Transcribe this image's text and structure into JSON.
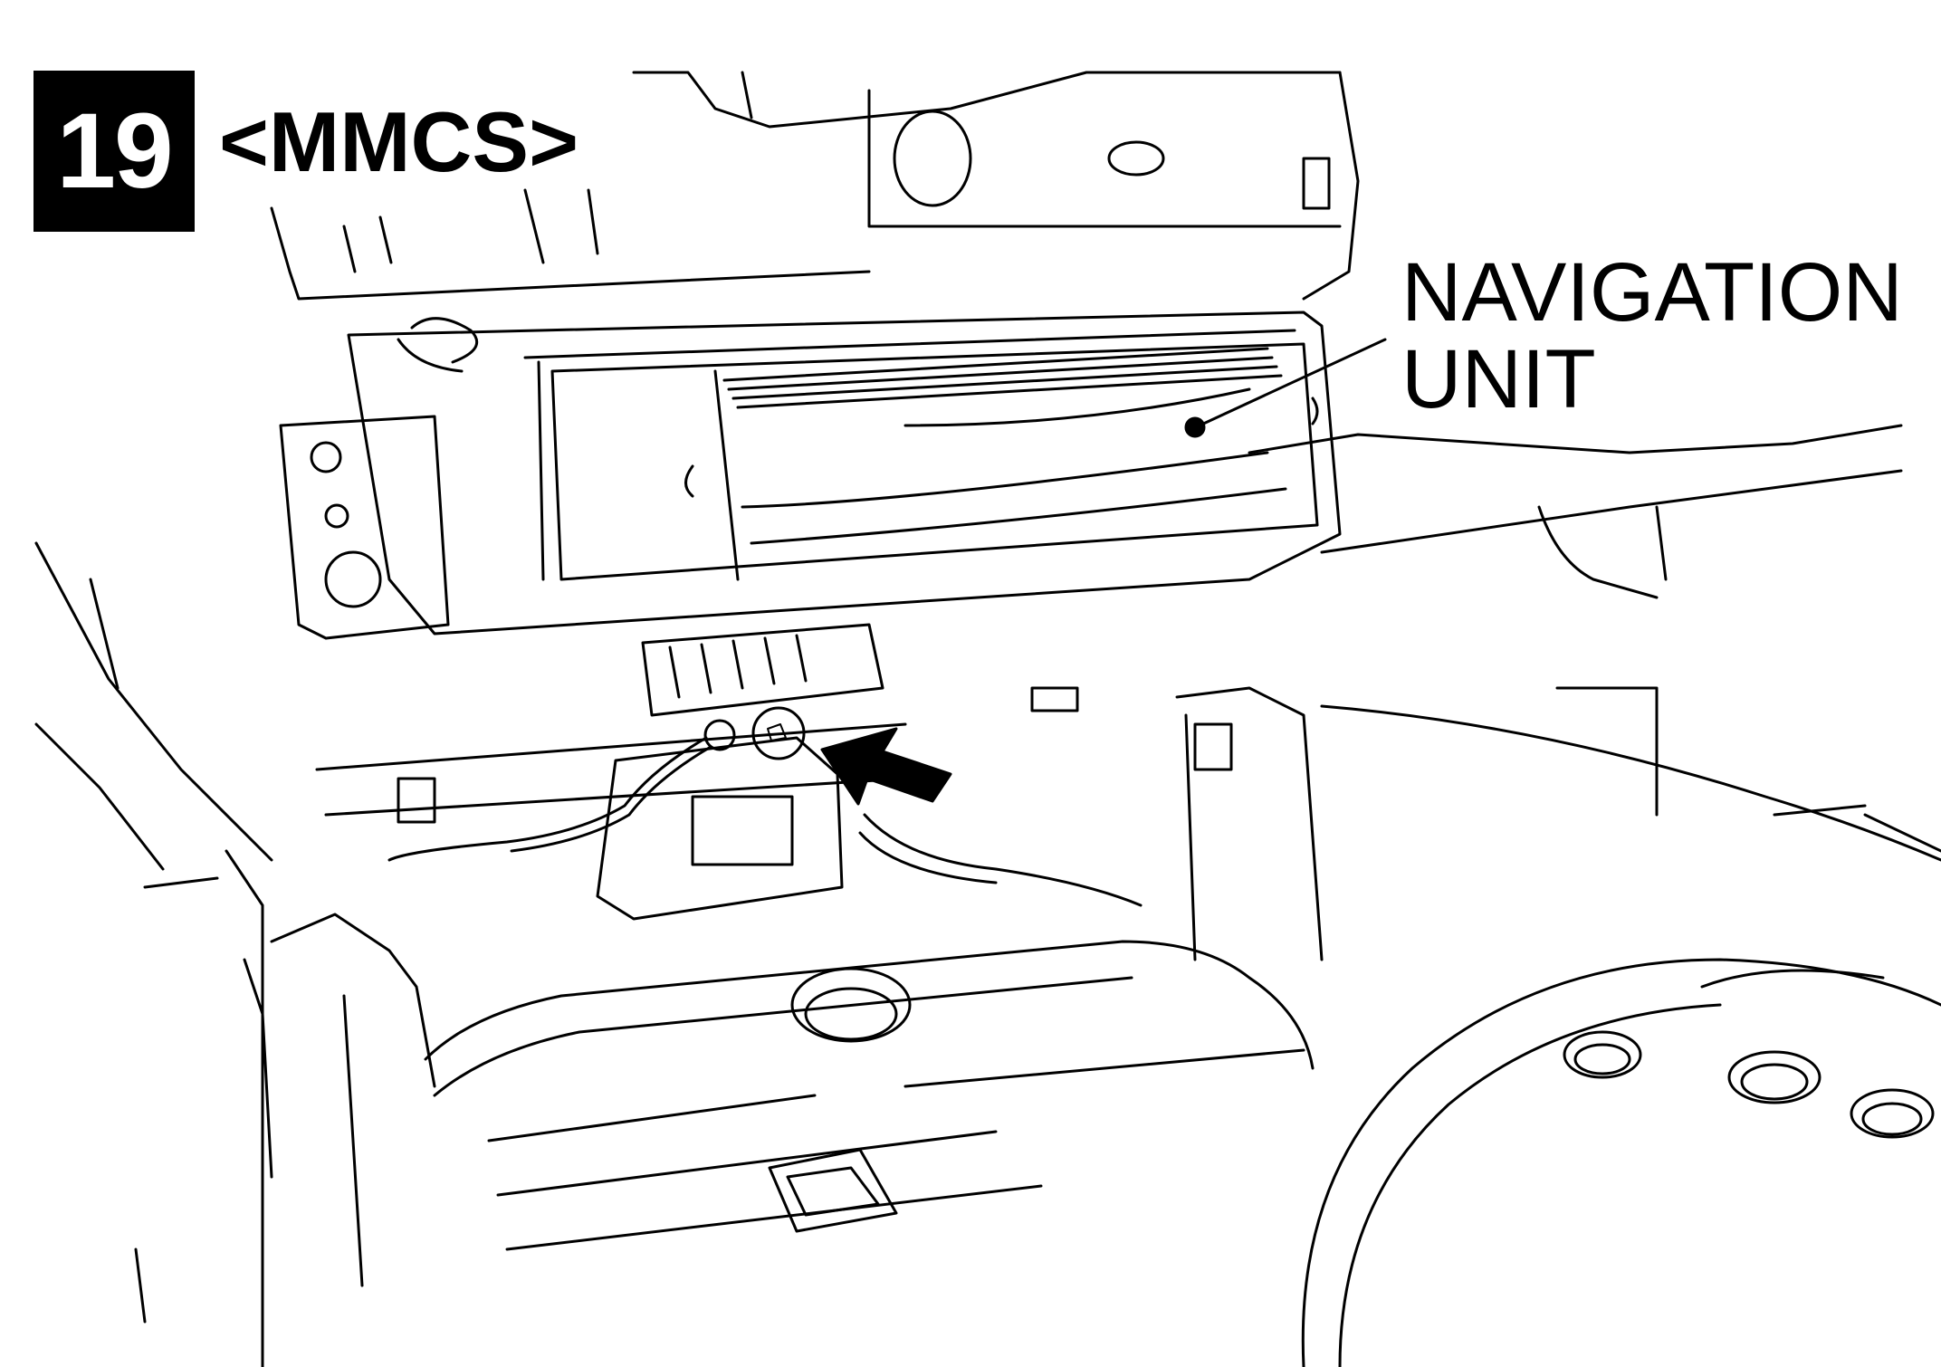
{
  "step": {
    "number": "19",
    "variant": "<MMCS>"
  },
  "callouts": {
    "navigation_unit": {
      "line1": "NAVIGATION",
      "line2": "UNIT"
    }
  },
  "colors": {
    "ink": "#000000",
    "paper": "#ffffff"
  }
}
